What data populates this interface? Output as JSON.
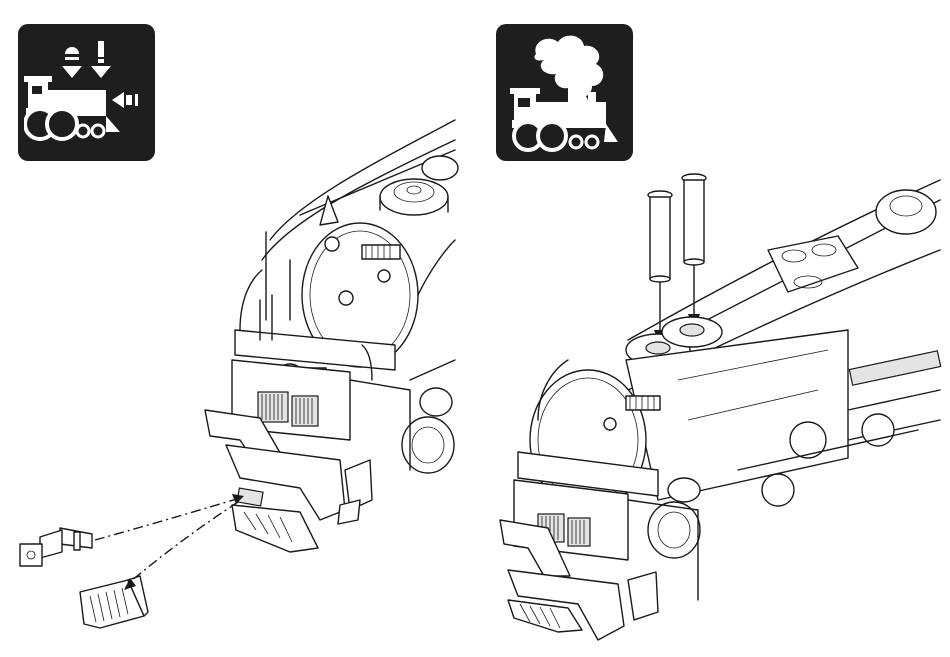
{
  "figure": {
    "panels": [
      {
        "id": "left",
        "icon": "smoke-unit-removal-icon",
        "step": "remove-coupler-and-pilot-cover"
      },
      {
        "id": "right",
        "icon": "smoke-icon",
        "step": "insert-smoke-stack-tubes"
      }
    ],
    "colors": {
      "badge": "#1e1e1e",
      "line": "#1a1a1a",
      "background": "#ffffff"
    }
  }
}
